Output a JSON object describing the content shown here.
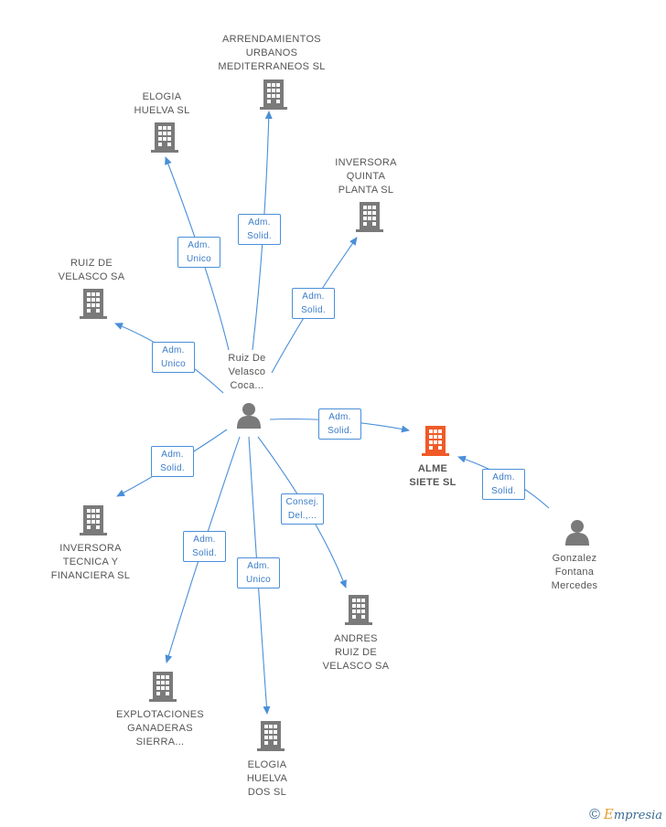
{
  "colors": {
    "edge": "#4a8fd8",
    "company": "#7a7a7a",
    "focus_company": "#f05a28",
    "person": "#7a7a7a",
    "label": "#555555"
  },
  "nodes": [
    {
      "id": "arrendamientos",
      "kind": "company",
      "icon": "building-icon",
      "lines": [
        "ARRENDAMIENTOS",
        "URBANOS",
        "MEDITERRANEOS SL"
      ]
    },
    {
      "id": "elogia_huelva",
      "kind": "company",
      "icon": "building-icon",
      "lines": [
        "ELOGIA",
        "HUELVA SL"
      ]
    },
    {
      "id": "inversora_quinta",
      "kind": "company",
      "icon": "building-icon",
      "lines": [
        "INVERSORA",
        "QUINTA",
        "PLANTA  SL"
      ]
    },
    {
      "id": "ruiz_velasco_sa",
      "kind": "company",
      "icon": "building-icon",
      "lines": [
        "RUIZ DE",
        "VELASCO SA"
      ]
    },
    {
      "id": "ruiz_person",
      "kind": "person",
      "icon": "person-icon",
      "lines": [
        "Ruiz De",
        "Velasco",
        "Coca..."
      ]
    },
    {
      "id": "alme_siete",
      "kind": "focus",
      "icon": "building-icon",
      "lines": [
        "ALME",
        "SIETE SL"
      ]
    },
    {
      "id": "gonzalez",
      "kind": "person",
      "icon": "person-icon",
      "lines": [
        "Gonzalez",
        "Fontana",
        "Mercedes"
      ]
    },
    {
      "id": "inversora_tecnica",
      "kind": "company",
      "icon": "building-icon",
      "lines": [
        "INVERSORA",
        "TECNICA Y",
        "FINANCIERA  SL"
      ]
    },
    {
      "id": "andres_ruiz",
      "kind": "company",
      "icon": "building-icon",
      "lines": [
        "ANDRES",
        "RUIZ DE",
        "VELASCO SA"
      ]
    },
    {
      "id": "explotaciones",
      "kind": "company",
      "icon": "building-icon",
      "lines": [
        "EXPLOTACIONES",
        "GANADERAS",
        "SIERRA..."
      ]
    },
    {
      "id": "elogia_dos",
      "kind": "company",
      "icon": "building-icon",
      "lines": [
        "ELOGIA",
        "HUELVA",
        "DOS SL"
      ]
    }
  ],
  "edges": [
    {
      "from": "ruiz_person",
      "to": "arrendamientos",
      "tag": [
        "Adm.",
        "Solid."
      ]
    },
    {
      "from": "ruiz_person",
      "to": "elogia_huelva",
      "tag": [
        "Adm.",
        "Unico"
      ]
    },
    {
      "from": "ruiz_person",
      "to": "inversora_quinta",
      "tag": [
        "Adm.",
        "Solid."
      ]
    },
    {
      "from": "ruiz_person",
      "to": "ruiz_velasco_sa",
      "tag": [
        "Adm.",
        "Unico"
      ]
    },
    {
      "from": "ruiz_person",
      "to": "alme_siete",
      "tag": [
        "Adm.",
        "Solid."
      ]
    },
    {
      "from": "gonzalez",
      "to": "alme_siete",
      "tag": [
        "Adm.",
        "Solid."
      ]
    },
    {
      "from": "ruiz_person",
      "to": "inversora_tecnica",
      "tag": [
        "Adm.",
        "Solid."
      ]
    },
    {
      "from": "ruiz_person",
      "to": "andres_ruiz",
      "tag": [
        "Consej.",
        "Del.,..."
      ]
    },
    {
      "from": "ruiz_person",
      "to": "explotaciones",
      "tag": [
        "Adm.",
        "Solid."
      ]
    },
    {
      "from": "ruiz_person",
      "to": "elogia_dos",
      "tag": [
        "Adm.",
        "Unico"
      ]
    }
  ],
  "footer": {
    "copyright_symbol": "©",
    "brand_initial": "E",
    "brand_rest": "mpresia"
  }
}
